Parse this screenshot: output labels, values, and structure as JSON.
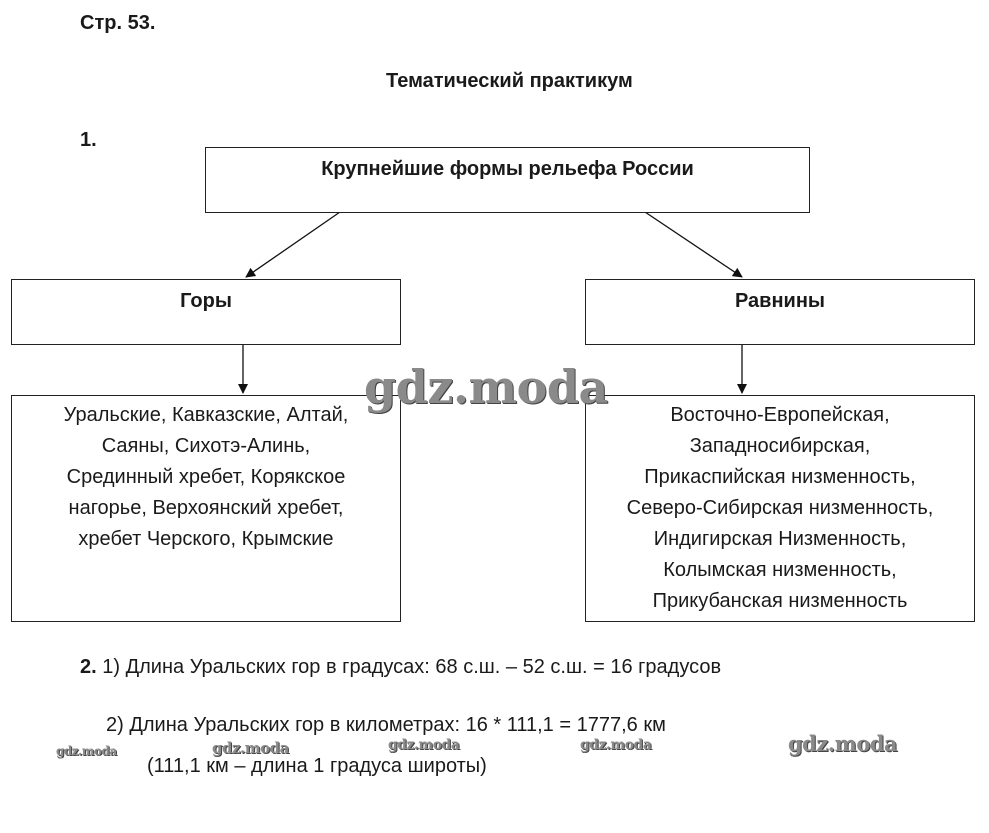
{
  "page_label": "Стр. 53.",
  "section_title": "Тематический практикум",
  "task1": {
    "number": "1.",
    "root": "Крупнейшие формы рельефа России",
    "left": {
      "title": "Горы",
      "lines": [
        "Уральские, Кавказские, Алтай,",
        "Саяны, Сихотэ-Алинь,",
        "Срединный хребет, Корякское",
        "нагорье, Верхоянский хребет,",
        "хребет Черского, Крымские"
      ]
    },
    "right": {
      "title": "Равнины",
      "lines": [
        "Восточно-Европейская,",
        "Западносибирская,",
        "Прикаспийская низменность,",
        "Северо-Сибирская низменность,",
        "Индигирская Низменность,",
        "Колымская низменность,",
        "Прикубанская низменность"
      ]
    }
  },
  "task2": {
    "number": "2.",
    "line1": "1) Длина Уральских гор в градусах: 68 с.ш. – 52 с.ш. = 16 градусов",
    "line2": "2) Длина Уральских гор в километрах: 16 * 111,1 = 1777,6 км",
    "line3": "(111,1 км – длина 1 градуса широты)"
  },
  "watermark": "gdz.moda"
}
